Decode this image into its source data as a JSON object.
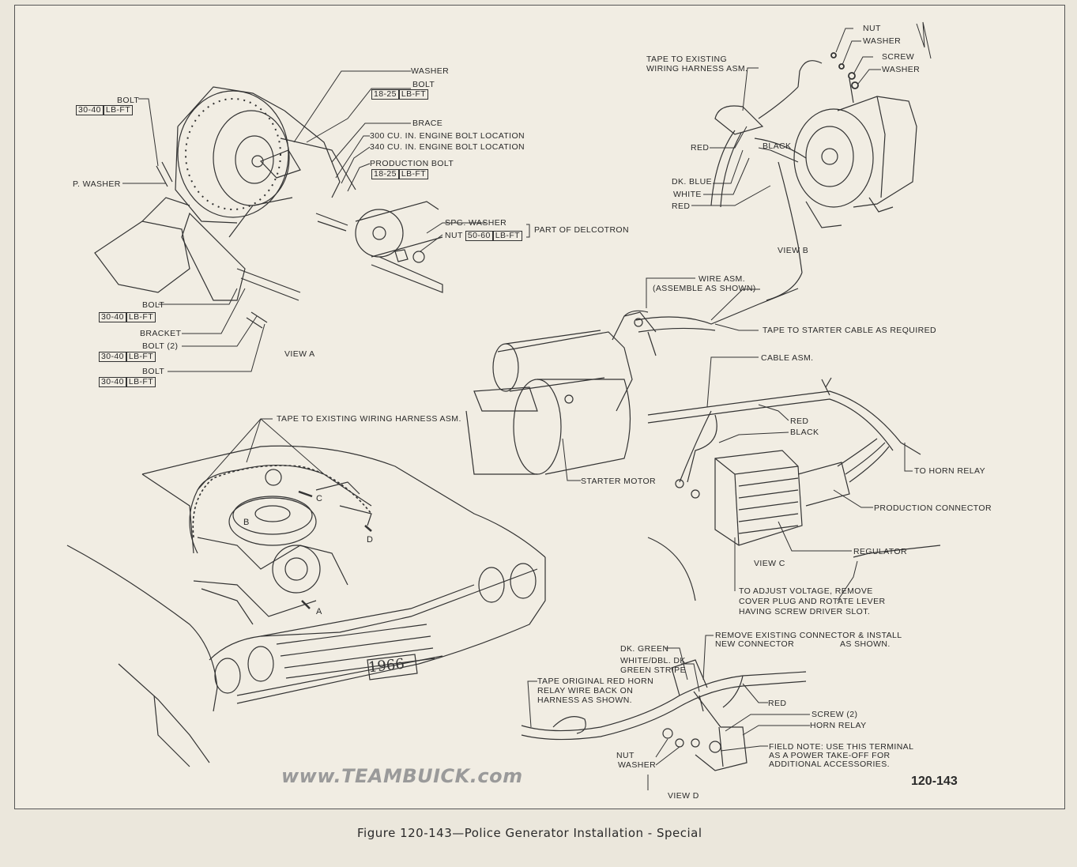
{
  "view_a": {
    "view_label": "VIEW A",
    "washer": "WASHER",
    "bolt_top": "BOLT",
    "bolt_top_torque": [
      "18-25",
      "LB-FT"
    ],
    "brace": "BRACE",
    "loc_300": "300 CU. IN. ENGINE BOLT LOCATION",
    "loc_340": "340 CU. IN. ENGINE BOLT LOCATION",
    "production_bolt": "PRODUCTION BOLT",
    "production_bolt_torque": [
      "18-25",
      "LB-FT"
    ],
    "bolt_left": "BOLT",
    "bolt_left_torque": [
      "30-40",
      "LB-FT"
    ],
    "p_washer": "P. WASHER",
    "spg_washer": "SPG. WASHER",
    "nut": "NUT",
    "nut_torque": [
      "50-60",
      "LB-FT"
    ],
    "part_of": "PART OF DELCOTRON",
    "bolt_lower": "BOLT",
    "bolt_lower_torque": [
      "30-40",
      "LB-FT"
    ],
    "bracket": "BRACKET",
    "bolt_2": "BOLT (2)",
    "bolt_2_torque": [
      "30-40",
      "LB-FT"
    ],
    "bolt_bottom": "BOLT",
    "bolt_bottom_torque": [
      "30-40",
      "LB-FT"
    ]
  },
  "view_b": {
    "view_label": "VIEW B",
    "nut": "NUT",
    "washer1": "WASHER",
    "screw": "SCREW",
    "washer2": "WASHER",
    "tape_line1": "TAPE TO EXISTING",
    "tape_line2": "WIRING HARNESS ASM.",
    "red": "RED",
    "black": "BLACK",
    "dk_blue": "DK. BLUE",
    "white": "WHITE",
    "red2": "RED"
  },
  "starter": {
    "wire_asm_line1": "WIRE ASM.",
    "wire_asm_line2": "(ASSEMBLE AS SHOWN)",
    "tape_starter": "TAPE TO STARTER CABLE AS REQUIRED",
    "starter_motor": "STARTER MOTOR"
  },
  "view_c": {
    "view_label": "VIEW C",
    "cable_asm": "CABLE ASM.",
    "red": "RED",
    "black": "BLACK",
    "horn_relay": "TO HORN RELAY",
    "production_connector": "PRODUCTION CONNECTOR",
    "regulator": "REGULATOR",
    "adjust_line1": "TO ADJUST VOLTAGE, REMOVE",
    "adjust_line2": "COVER PLUG AND ROTATE LEVER",
    "adjust_line3": "HAVING SCREW DRIVER SLOT."
  },
  "engine_bay": {
    "tape_existing": "TAPE TO EXISTING WIRING HARNESS ASM.",
    "letter_a": "A",
    "letter_b": "B",
    "letter_c": "C",
    "letter_d": "D",
    "plate": "1966"
  },
  "view_d": {
    "view_label": "VIEW D",
    "dk_green": "DK. GREEN",
    "white_dbl_line1": "WHITE/DBL. DK.",
    "white_dbl_line2": "GREEN STRIPE",
    "remove_line1": "REMOVE EXISTING CONNECTOR & INSTALL",
    "remove_line2": "NEW CONNECTOR",
    "remove_line3": "AS SHOWN.",
    "tape_orig_line1": "TAPE ORIGINAL RED HORN",
    "tape_orig_line2": "RELAY WIRE BACK ON",
    "tape_orig_line3": "HARNESS AS SHOWN.",
    "red": "RED",
    "screw2": "SCREW (2)",
    "horn_relay": "HORN RELAY",
    "field_line1": "FIELD NOTE:  USE THIS TERMINAL",
    "field_line2": "AS A POWER TAKE-OFF FOR",
    "field_line3": "ADDITIONAL ACCESSORIES.",
    "nut": "NUT",
    "washer": "WASHER"
  },
  "watermark": "www.TEAMBUICK.com",
  "figure_number": "120-143",
  "caption": "Figure 120-143—Police Generator Installation - Special"
}
